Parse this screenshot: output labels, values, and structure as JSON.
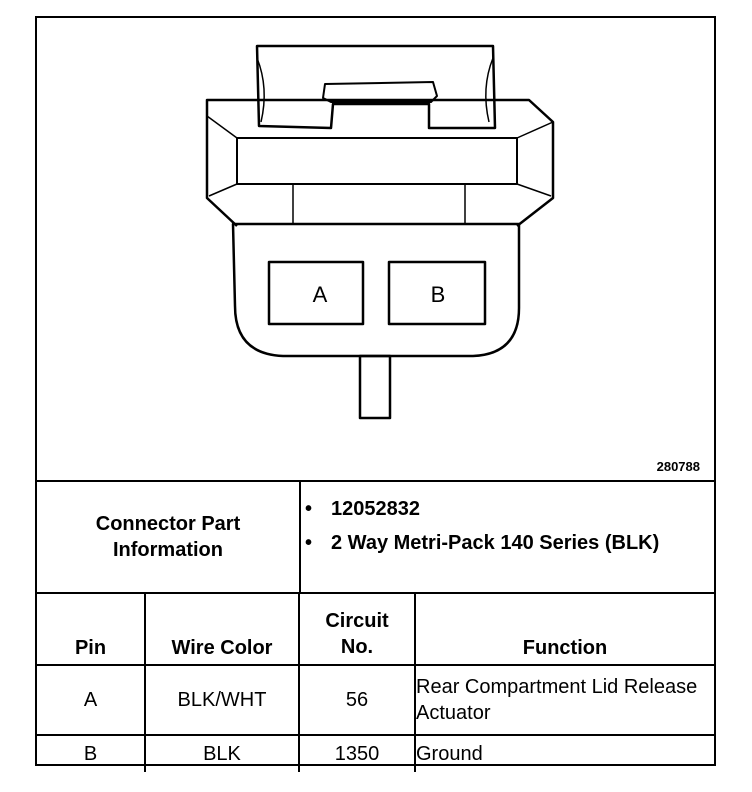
{
  "diagram": {
    "figure_id": "280788",
    "cavity_labels": [
      "A",
      "B"
    ]
  },
  "connector_part": {
    "label_line1": "Connector Part",
    "label_line2": "Information",
    "items": [
      "12052832",
      "2 Way Metri-Pack 140 Series (BLK)"
    ]
  },
  "table": {
    "headers": {
      "pin": "Pin",
      "wire_color": "Wire Color",
      "circuit_line1": "Circuit",
      "circuit_line2": "No.",
      "function": "Function"
    },
    "rows": [
      {
        "pin": "A",
        "wire_color": "BLK/WHT",
        "circuit": "56",
        "function": "Rear Compartment Lid Release Actuator"
      },
      {
        "pin": "B",
        "wire_color": "BLK",
        "circuit": "1350",
        "function": "Ground"
      }
    ]
  }
}
